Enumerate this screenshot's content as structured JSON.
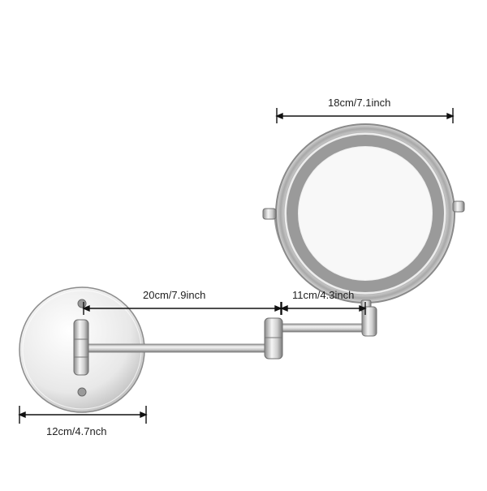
{
  "dimensions": {
    "mirror_diameter": "18cm/7.1inch",
    "arm_extension": "20cm/7.9inch",
    "pivot_offset": "11cm/4.3inch",
    "wall_plate_width": "12cm/4.7nch"
  },
  "colors": {
    "background": "#ffffff",
    "dimension_line": "#111111",
    "chrome_light": "#f2f2f2",
    "chrome_mid": "#c8c8c8",
    "chrome_dark": "#7a7a7a",
    "led_ring": "#9a9a9a",
    "mirror_glass": "#f7f7f7"
  }
}
